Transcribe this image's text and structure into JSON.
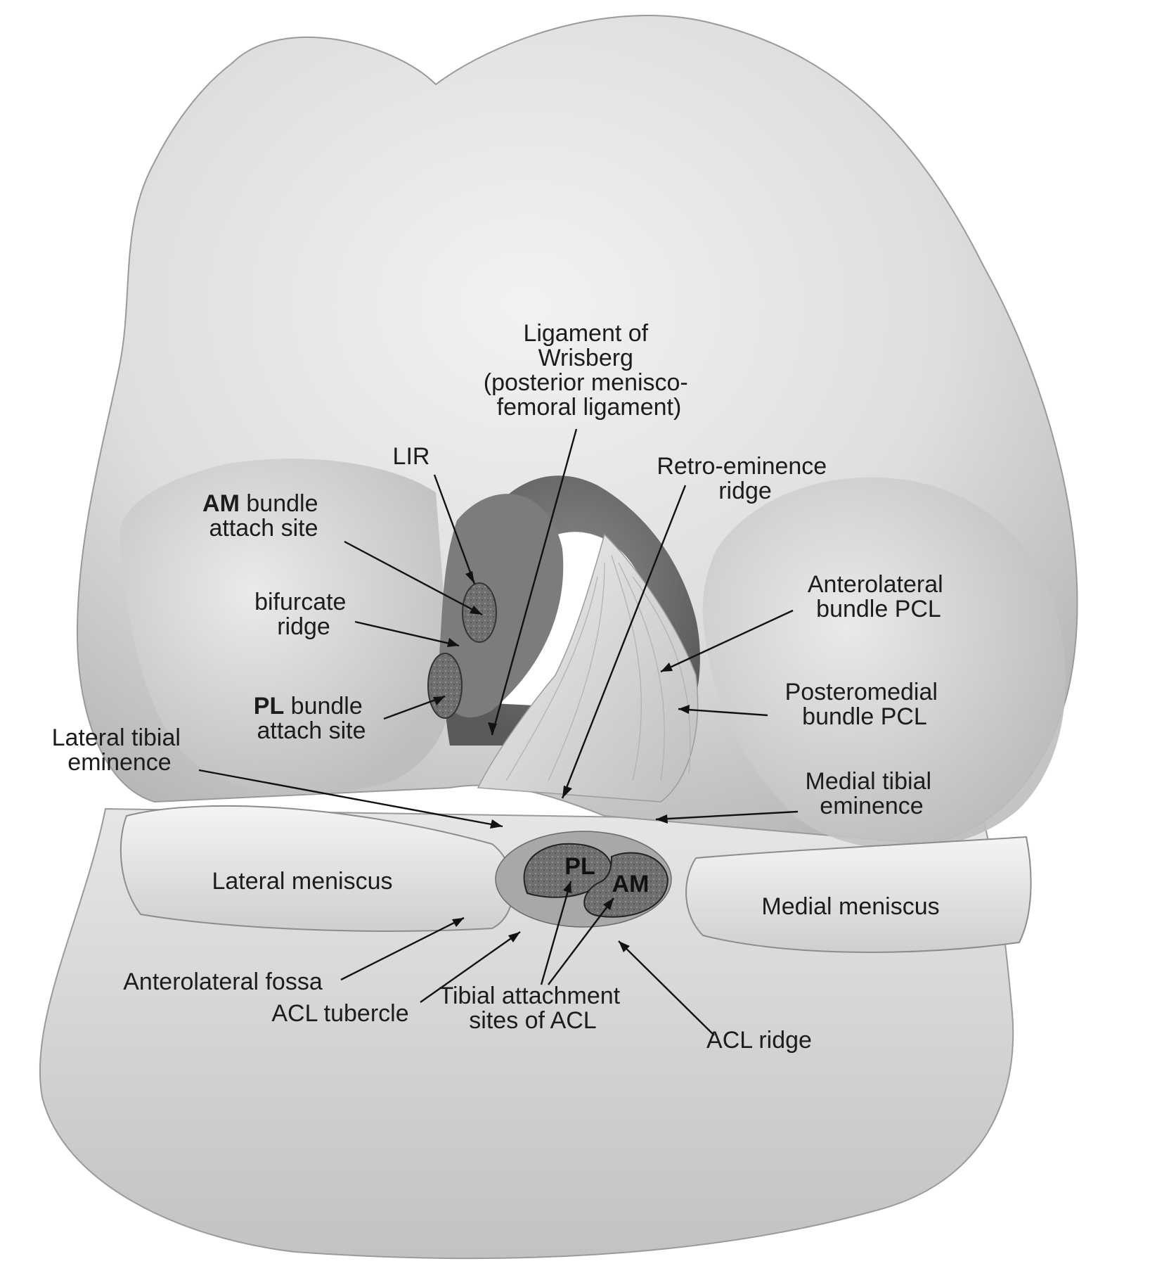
{
  "labels": {
    "ligament_of_wrisberg": [
      "Ligament of",
      "Wrisberg",
      "(posterior menisco-",
      "femoral ligament)"
    ],
    "lir": "LIR",
    "retro_eminence_ridge": [
      "Retro-eminence",
      "ridge"
    ],
    "am_bundle_attach_site": {
      "bold": "AM",
      "rest": " bundle",
      "line2": "attach site"
    },
    "bifurcate_ridge": [
      "bifurcate",
      "ridge"
    ],
    "anterolateral_bundle_pcl": [
      "Anterolateral",
      "bundle PCL"
    ],
    "posteromedial_bundle_pcl": [
      "Posteromedial",
      "bundle PCL"
    ],
    "pl_bundle_attach_site": {
      "bold": "PL",
      "rest": " bundle",
      "line2": "attach site"
    },
    "lateral_tibial_eminence": [
      "Lateral tibial",
      "eminence"
    ],
    "medial_tibial_eminence": [
      "Medial tibial",
      "eminence"
    ],
    "lateral_meniscus": "Lateral meniscus",
    "medial_meniscus": "Medial meniscus",
    "anterolateral_fossa": "Anterolateral fossa",
    "acl_tubercle": "ACL tubercle",
    "tibial_attachment_sites_of_acl": [
      "Tibial attachment",
      "sites of ACL"
    ],
    "acl_ridge": "ACL ridge",
    "tibial_site_pl": "PL",
    "tibial_site_am": "AM"
  }
}
